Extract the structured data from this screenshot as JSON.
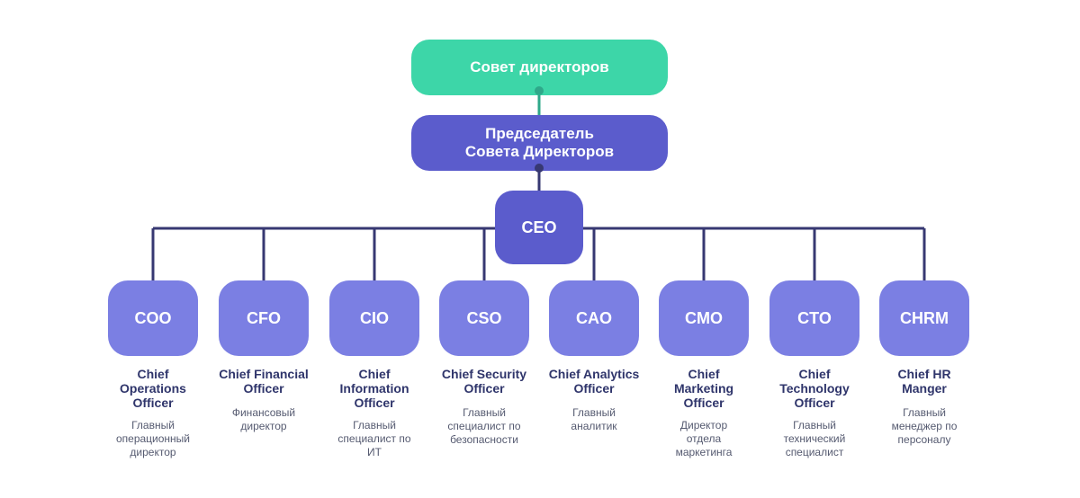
{
  "colors": {
    "board": "#3dd6a8",
    "chair": "#5b5ccc",
    "ceo": "#5b5ccc",
    "officer": "#7b7fe3",
    "line_dark": "#373872",
    "line_board": "#2fa88a",
    "title_text": "#2f356b",
    "desc_text": "#555a70"
  },
  "board": {
    "label": "Совет директоров"
  },
  "chair": {
    "line1": "Председатель",
    "line2": "Совета Директоров"
  },
  "ceo": {
    "label": "CEO"
  },
  "officers": [
    {
      "abbr": "COO",
      "title": "Chief\nOperations\nOfficer",
      "desc": "Главный\nоперационный\nдиректор"
    },
    {
      "abbr": "CFO",
      "title": "Chief Financial\nOfficer",
      "desc": "Финансовый\nдиректор"
    },
    {
      "abbr": "CIO",
      "title": "Chief\nInformation\nOfficer",
      "desc": "Главный\nспециалист по\nИТ"
    },
    {
      "abbr": "CSO",
      "title": "Chief Security\nOfficer",
      "desc": "Главный\nспециалист по\nбезопасности"
    },
    {
      "abbr": "CAO",
      "title": "Chief Analytics\nOfficer",
      "desc": "Главный\nаналитик"
    },
    {
      "abbr": "CMO",
      "title": "Chief\nMarketing\nOfficer",
      "desc": "Директор\nотдела\nмаркетинга"
    },
    {
      "abbr": "CTO",
      "title": "Chief\nTechnology\nOfficer",
      "desc": "Главный\nтехнический\nспециалист"
    },
    {
      "abbr": "CHRM",
      "title": "Chief HR\nManger",
      "desc": "Главный\nменеджер по\nперсоналу"
    }
  ]
}
